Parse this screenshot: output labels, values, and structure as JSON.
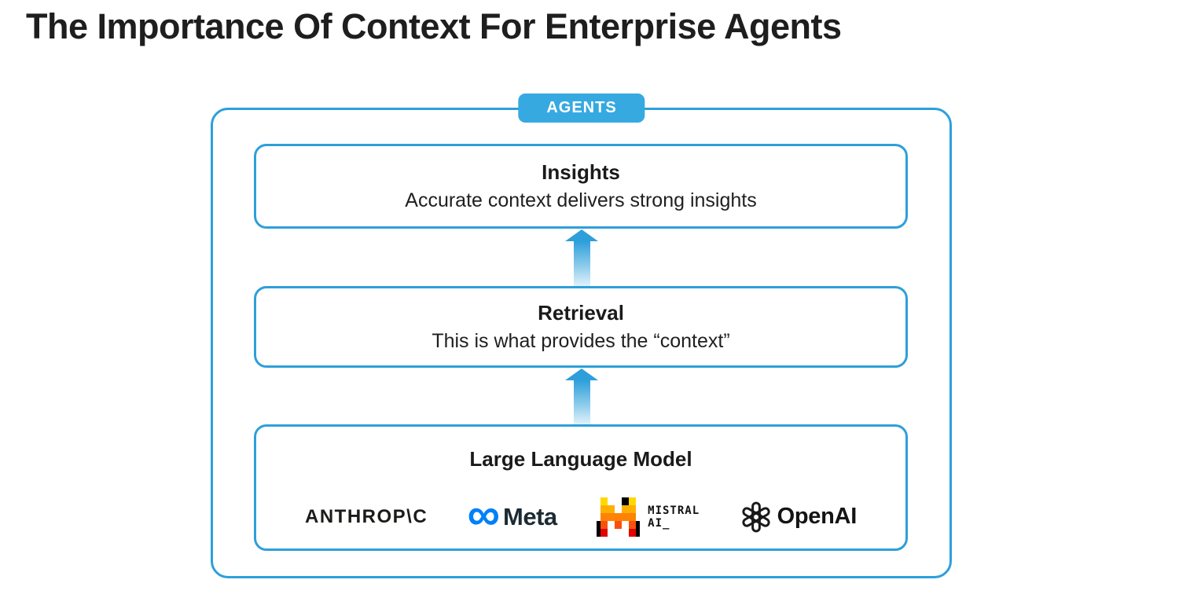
{
  "page": {
    "title": "The Importance Of Context For Enterprise Agents"
  },
  "diagram": {
    "badge_label": "AGENTS",
    "boxes": [
      {
        "id": "insights",
        "title": "Insights",
        "subtitle": "Accurate context delivers strong insights"
      },
      {
        "id": "retrieval",
        "title": "Retrieval",
        "subtitle": "This is what provides the “context”"
      },
      {
        "id": "llm",
        "title": "Large Language Model"
      }
    ],
    "arrows": [
      {
        "from": "llm",
        "to": "retrieval",
        "direction": "up"
      },
      {
        "from": "retrieval",
        "to": "insights",
        "direction": "up"
      }
    ],
    "logos": [
      {
        "name": "anthropic",
        "label": "ANTHROP\\C"
      },
      {
        "name": "meta",
        "infinity_glyph": "∞",
        "label": "Meta"
      },
      {
        "name": "mistral",
        "label_line1": "MISTRAL",
        "label_line2": "AI_"
      },
      {
        "name": "openai",
        "label": "OpenAI"
      }
    ],
    "colors": {
      "border_blue": "#2e9fda",
      "badge_blue": "#36a9e1",
      "arrow_gradient_top": "#2e9fda",
      "arrow_gradient_bottom": "#e4f3fb",
      "title_text": "#1e1e1e",
      "meta_blue": "#0180fa",
      "meta_text": "#1c2b33",
      "mistral_yellow": "#ffd800",
      "mistral_orange": "#ffaf00",
      "mistral_dark_orange": "#ff8205",
      "mistral_coral": "#fa500f",
      "mistral_red": "#e10500"
    }
  }
}
